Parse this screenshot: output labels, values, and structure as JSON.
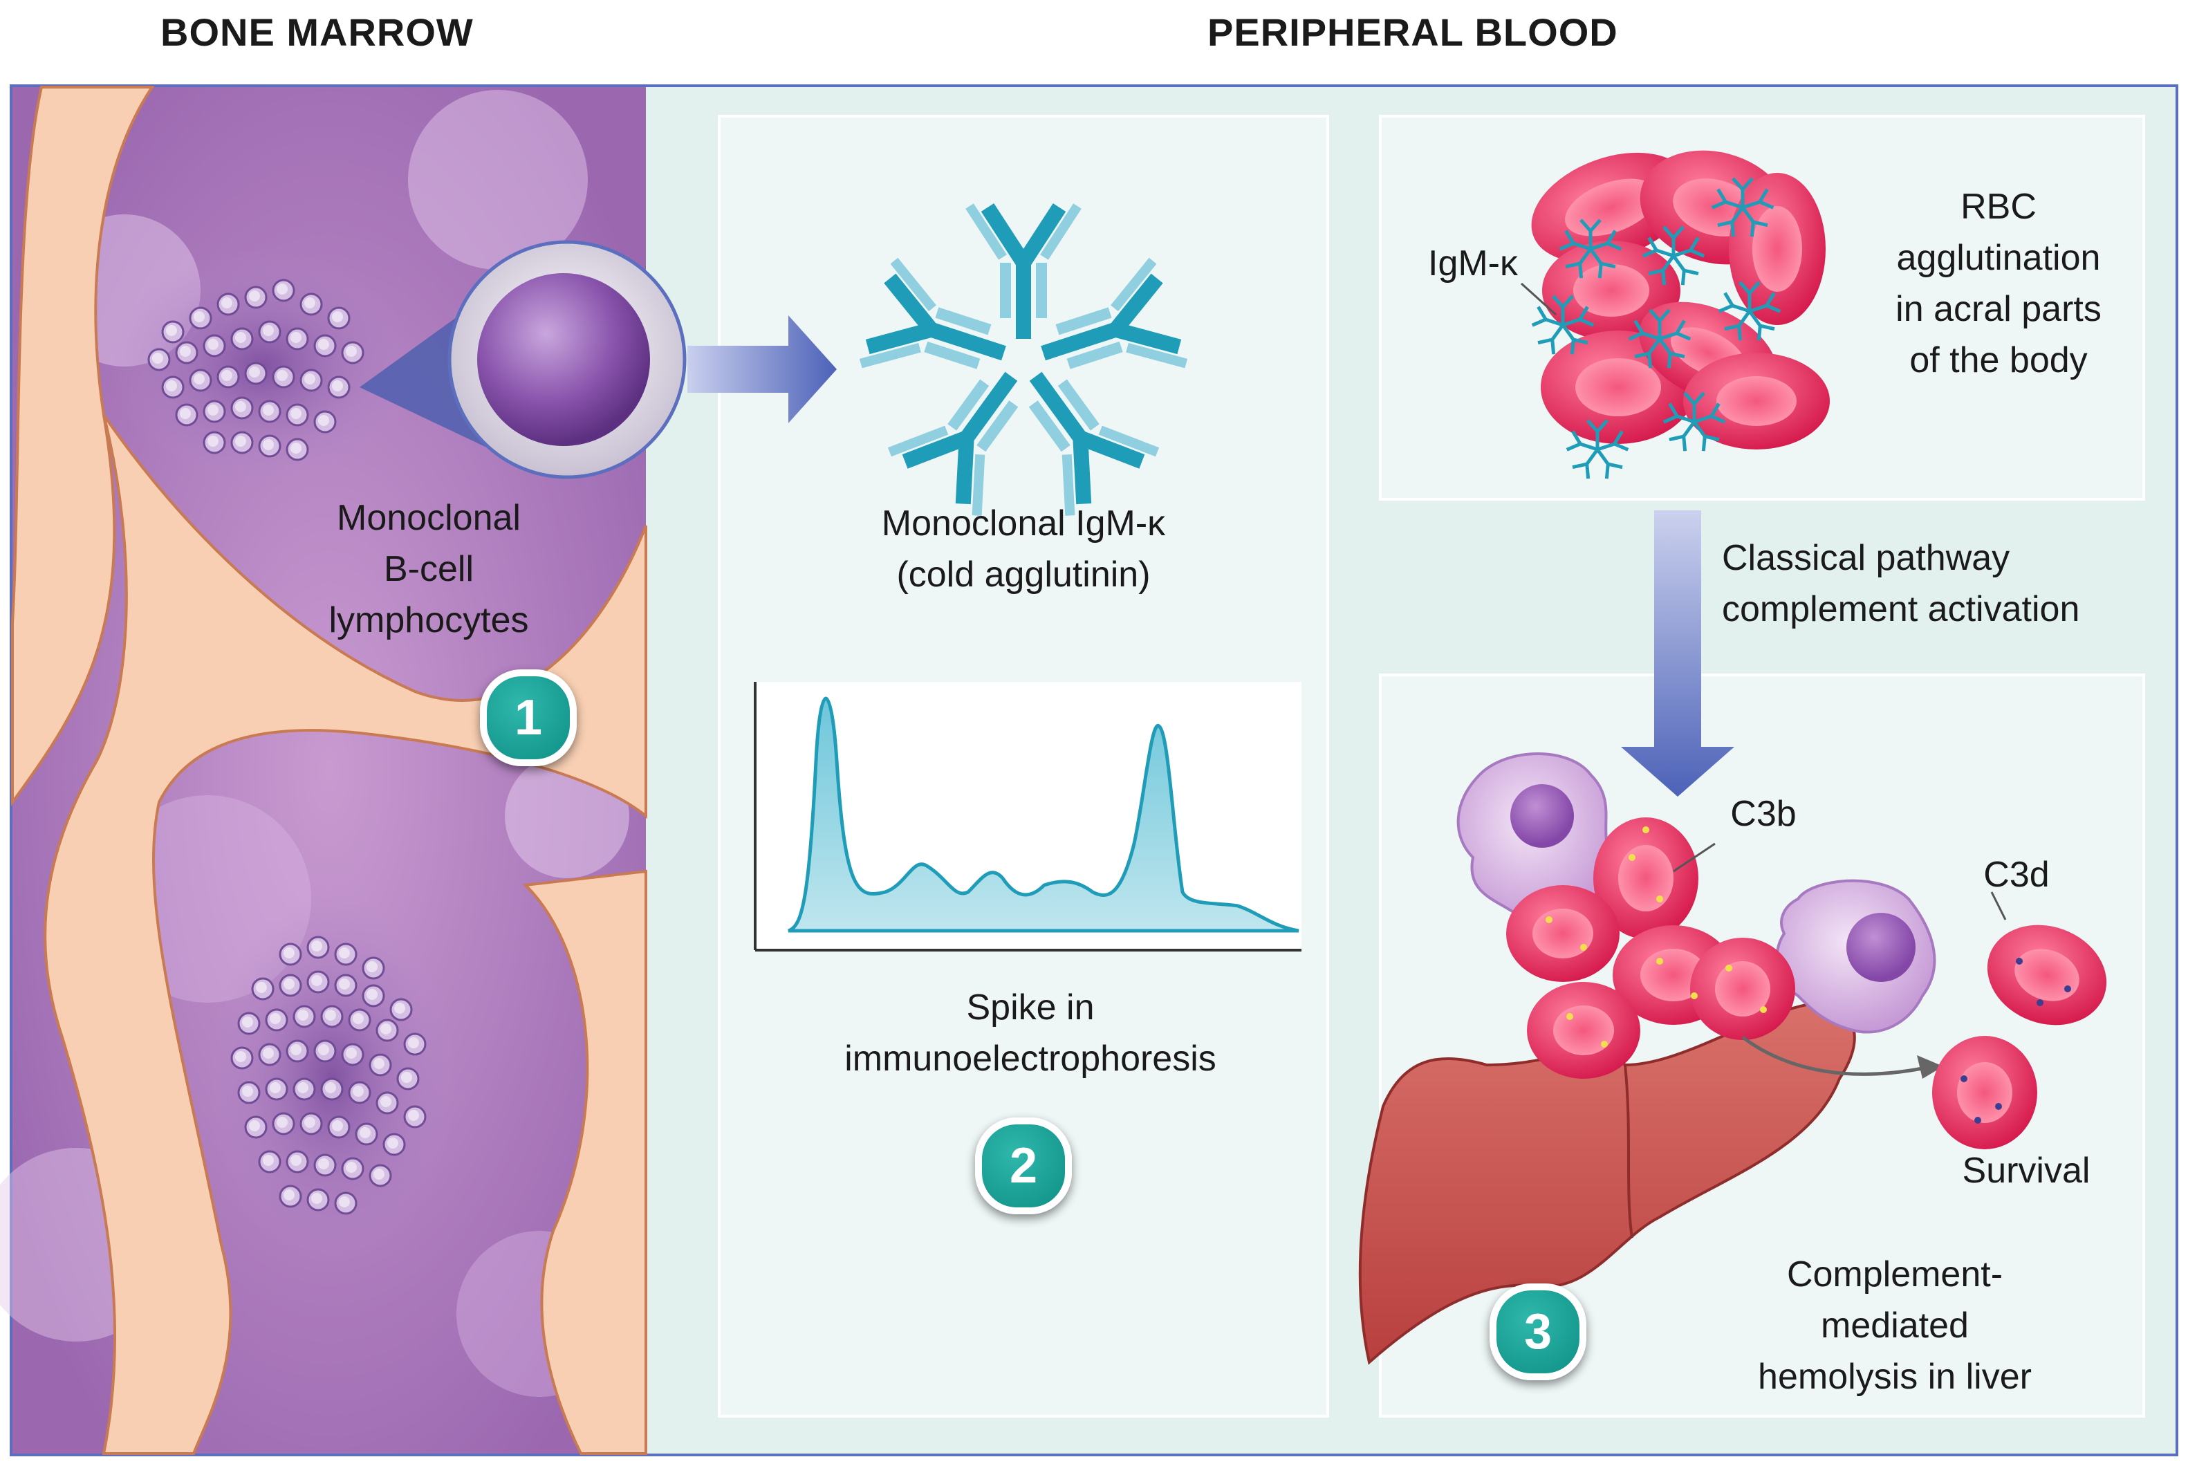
{
  "headers": {
    "left": "BONE MARROW",
    "right": "PERIPHERAL BLOOD"
  },
  "labels": {
    "b_cells": [
      "Monoclonal",
      "B-cell",
      "lymphocytes"
    ],
    "igm": [
      "Monoclonal IgM-κ",
      "(cold agglutinin)"
    ],
    "spike": [
      "Spike in",
      "immunoelectrophoresis"
    ],
    "igm_tag": "IgM-κ",
    "rbc": [
      "RBC",
      "agglutination",
      "in acral parts",
      "of the body"
    ],
    "pathway": [
      "Classical pathway",
      "complement activation"
    ],
    "c3b": "C3b",
    "c3d": "C3d",
    "survival": "Survival",
    "hemolysis": [
      "Complement-",
      "mediated",
      "hemolysis in liver"
    ]
  },
  "steps": [
    "1",
    "2",
    "3"
  ],
  "colors": {
    "teal_badge": "#16a096",
    "rbc": "#e8345f",
    "antibody": "#1f9db8",
    "liver": "#c9524e",
    "marrow": "#a774b8",
    "panel_bg": "#e3f1ee",
    "arrow": "#5b6fbe"
  }
}
